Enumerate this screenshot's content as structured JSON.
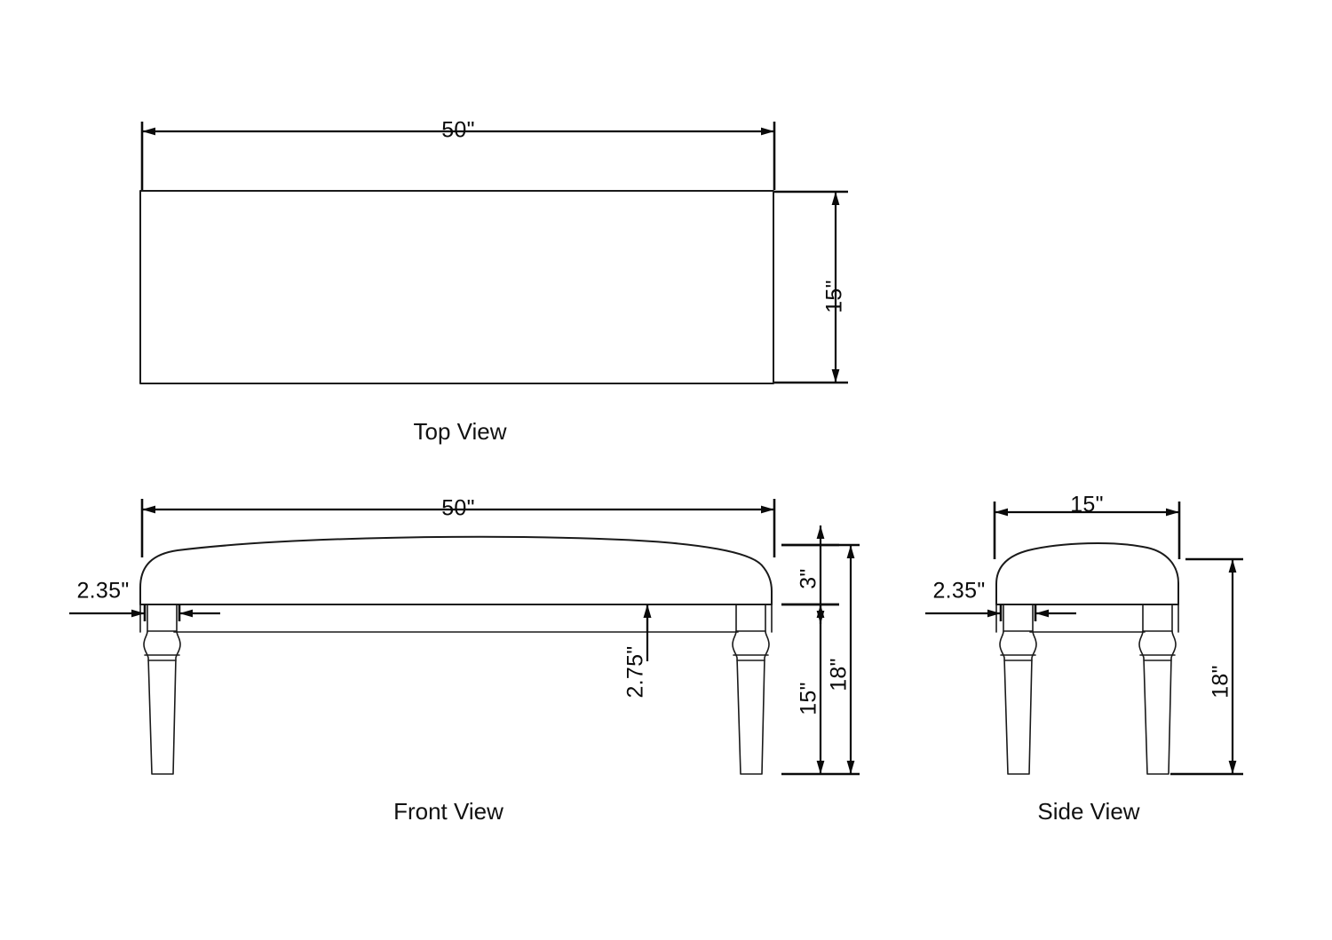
{
  "drawing": {
    "background_color": "#ffffff",
    "line_color": "#1a1a1a",
    "dimension_color": "#0a0a0a",
    "subject": "bench",
    "units": "inches"
  },
  "views": {
    "top": {
      "label": "Top View",
      "dimensions": {
        "length": "50\"",
        "depth": "15\""
      }
    },
    "front": {
      "label": "Front View",
      "dimensions": {
        "length": "50\"",
        "leg_width": "2.35\"",
        "seat_thickness": "3\"",
        "apron_height": "2.75\"",
        "leg_height": "15\"",
        "total_height": "18\""
      }
    },
    "side": {
      "label": "Side View",
      "dimensions": {
        "depth": "15\"",
        "leg_width": "2.35\"",
        "total_height": "18\""
      }
    }
  },
  "chart_data": {
    "type": "table",
    "title": "Bench Orthographic Dimension Drawing",
    "categories": [
      "Top View",
      "Front View",
      "Side View"
    ],
    "series": [
      {
        "name": "Top View",
        "measurements": [
          {
            "label": "50\"",
            "value": 50,
            "axis": "horizontal",
            "meaning": "bench length"
          },
          {
            "label": "15\"",
            "value": 15,
            "axis": "vertical",
            "meaning": "bench depth"
          }
        ]
      },
      {
        "name": "Front View",
        "measurements": [
          {
            "label": "50\"",
            "value": 50,
            "axis": "horizontal",
            "meaning": "bench length"
          },
          {
            "label": "2.35\"",
            "value": 2.35,
            "axis": "horizontal",
            "meaning": "leg width"
          },
          {
            "label": "3\"",
            "value": 3,
            "axis": "vertical",
            "meaning": "seat thickness"
          },
          {
            "label": "2.75\"",
            "value": 2.75,
            "axis": "vertical",
            "meaning": "apron height"
          },
          {
            "label": "15\"",
            "value": 15,
            "axis": "vertical",
            "meaning": "leg height"
          },
          {
            "label": "18\"",
            "value": 18,
            "axis": "vertical",
            "meaning": "overall height"
          }
        ]
      },
      {
        "name": "Side View",
        "measurements": [
          {
            "label": "15\"",
            "value": 15,
            "axis": "horizontal",
            "meaning": "bench depth"
          },
          {
            "label": "2.35\"",
            "value": 2.35,
            "axis": "horizontal",
            "meaning": "leg width"
          },
          {
            "label": "18\"",
            "value": 18,
            "axis": "vertical",
            "meaning": "overall height"
          }
        ]
      }
    ]
  }
}
